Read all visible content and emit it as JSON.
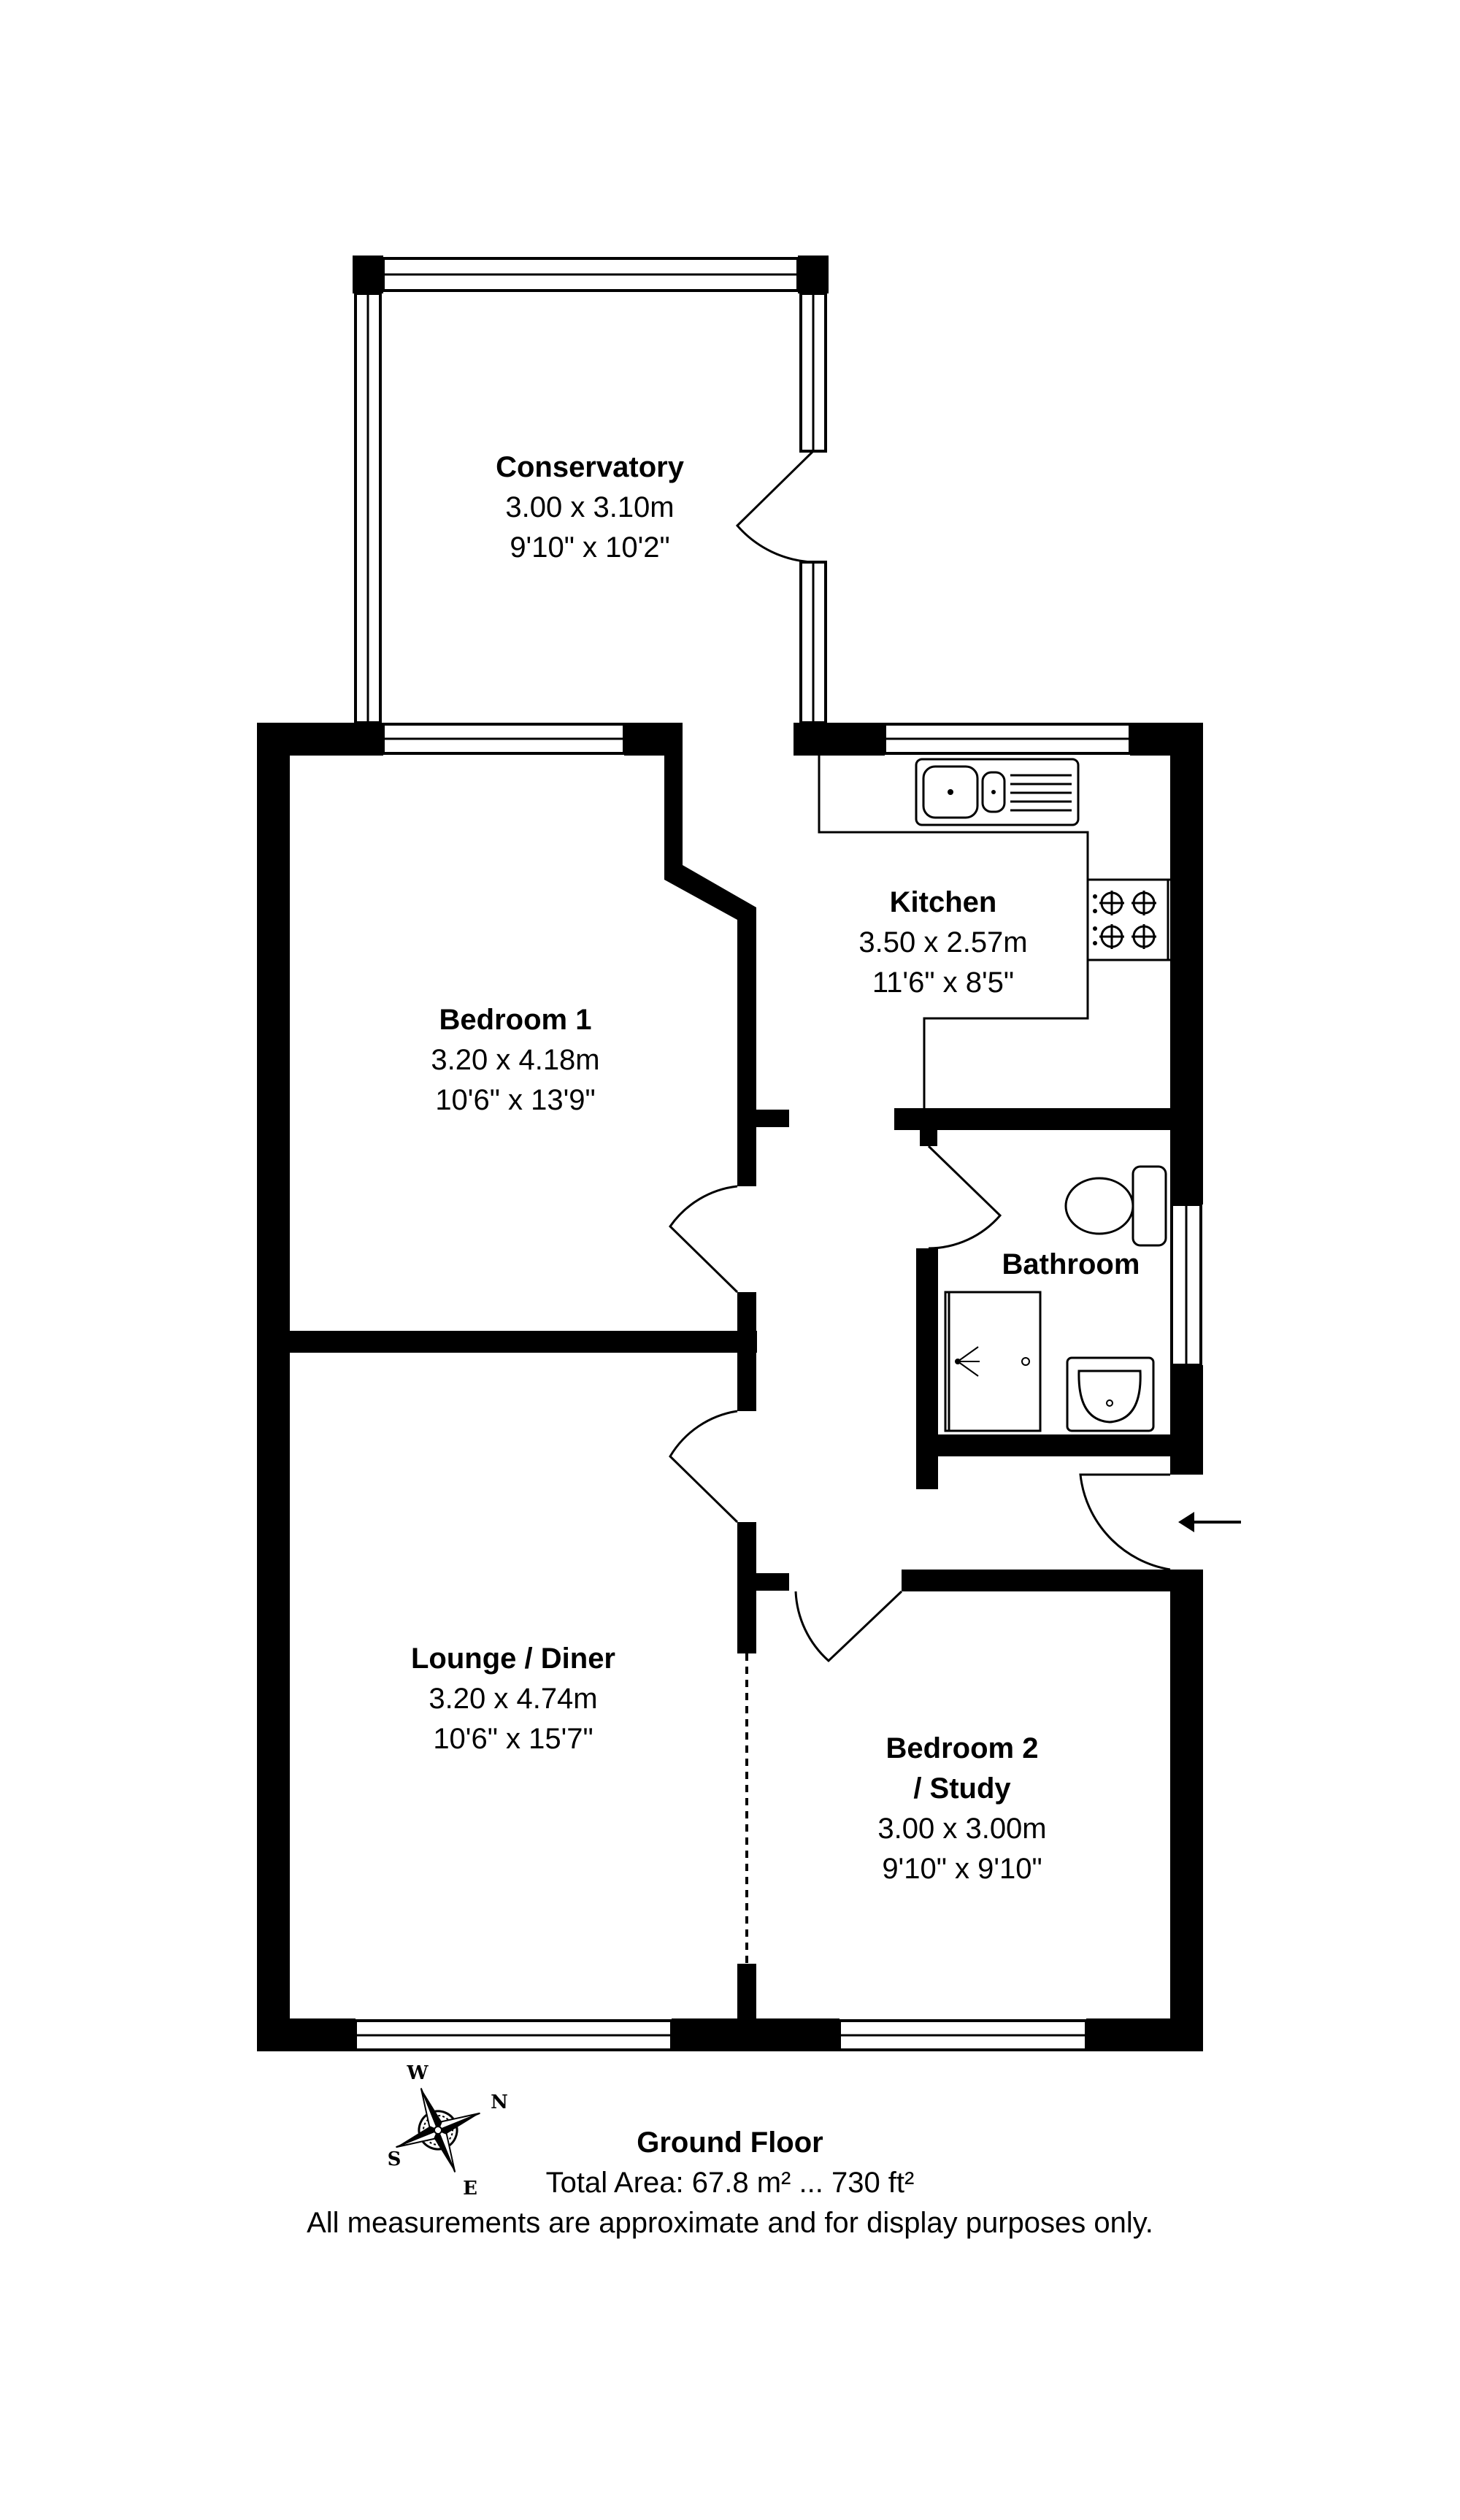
{
  "rooms": [
    {
      "id": "conservatory",
      "name": "Conservatory",
      "metric": "3.00 x 3.10m",
      "imperial": "9'10\" x 10'2\""
    },
    {
      "id": "kitchen",
      "name": "Kitchen",
      "metric": "3.50 x 2.57m",
      "imperial": "11'6\" x 8'5\""
    },
    {
      "id": "bedroom1",
      "name": "Bedroom 1",
      "metric": "3.20 x 4.18m",
      "imperial": "10'6\" x 13'9\""
    },
    {
      "id": "bathroom",
      "name": "Bathroom"
    },
    {
      "id": "lounge",
      "name": "Lounge / Diner",
      "metric": "3.20 x 4.74m",
      "imperial": "10'6\" x 15'7\""
    },
    {
      "id": "bedroom2",
      "name_line1": "Bedroom 2",
      "name_line2": "/ Study",
      "metric": "3.00 x 3.00m",
      "imperial": "9'10\" x 9'10\""
    }
  ],
  "compass": {
    "n": "N",
    "e": "E",
    "s": "S",
    "w": "W"
  },
  "footer": {
    "title": "Ground Floor",
    "area": "Total Area: 67.8 m² ... 730 ft²",
    "disclaimer": "All measurements are approximate and for display purposes only."
  }
}
